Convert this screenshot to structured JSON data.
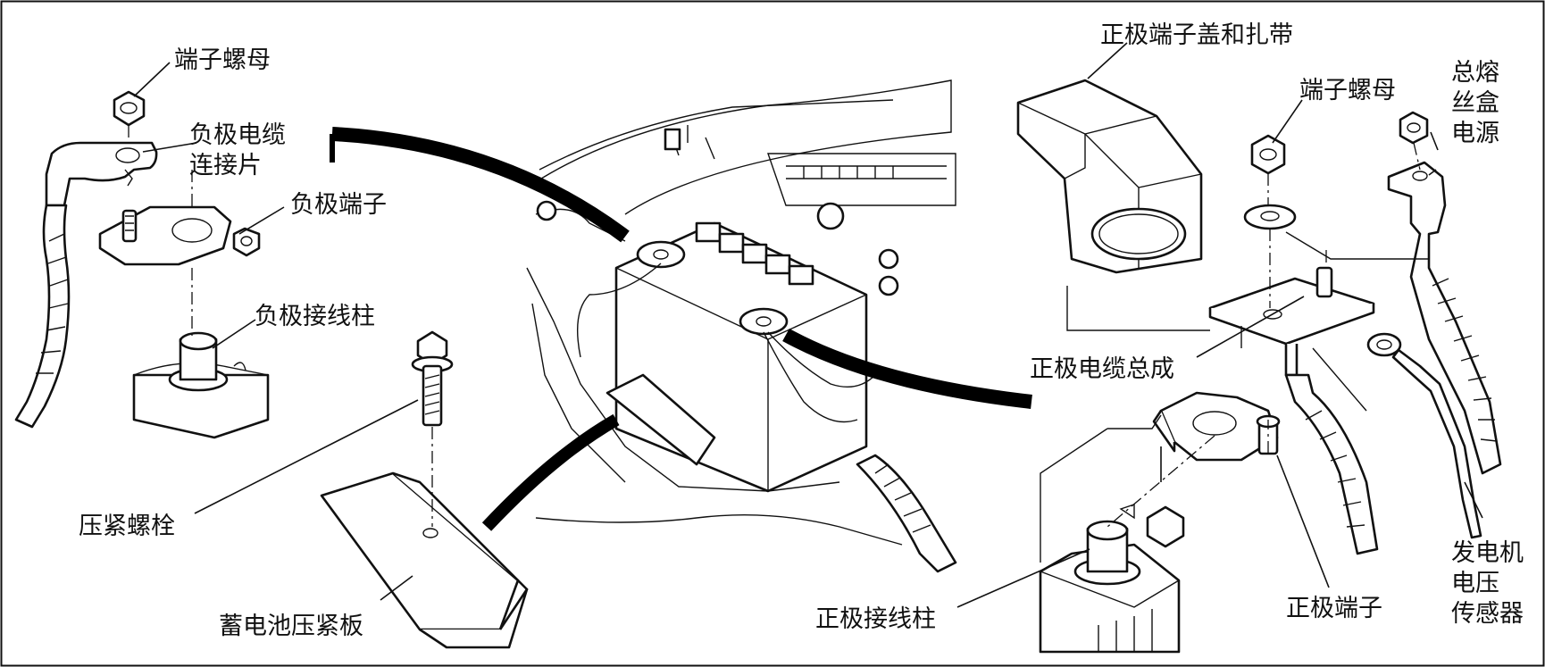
{
  "labels": {
    "nut_left": "端子螺母",
    "neg_cable_plate_1": "负极电缆",
    "neg_cable_plate_2": "连接片",
    "neg_terminal": "负极端子",
    "neg_post": "负极接线柱",
    "clamp_bolt": "压紧螺栓",
    "clamp_plate": "蓄电池压紧板",
    "pos_cover": "正极端子盖和扎带",
    "nut_right": "端子螺母",
    "fuse_box_1": "总熔",
    "fuse_box_2": "丝盒",
    "fuse_box_3": "电源",
    "pos_cable_assy": "正极电缆总成",
    "pos_post": "正极接线柱",
    "pos_terminal": "正极端子",
    "gen_sensor_1": "发电机",
    "gen_sensor_2": "电压",
    "gen_sensor_3": "传感器"
  },
  "colors": {
    "ink": "#111111",
    "background": "#ffffff"
  }
}
